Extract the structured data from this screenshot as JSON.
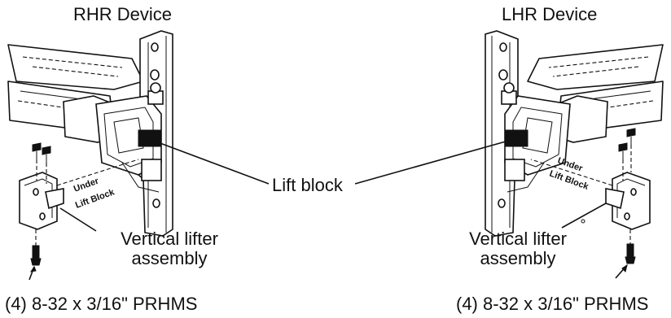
{
  "labels": {
    "rhr_device": "RHR Device",
    "lhr_device": "LHR Device",
    "lift_block": "Lift block",
    "vertical_lifter_line1": "Vertical lifter",
    "vertical_lifter_line2": "assembly",
    "screws": "(4) 8-32 x 3/16\" PRHMS",
    "under_line1": "Under",
    "under_line2": "Lift Block"
  }
}
